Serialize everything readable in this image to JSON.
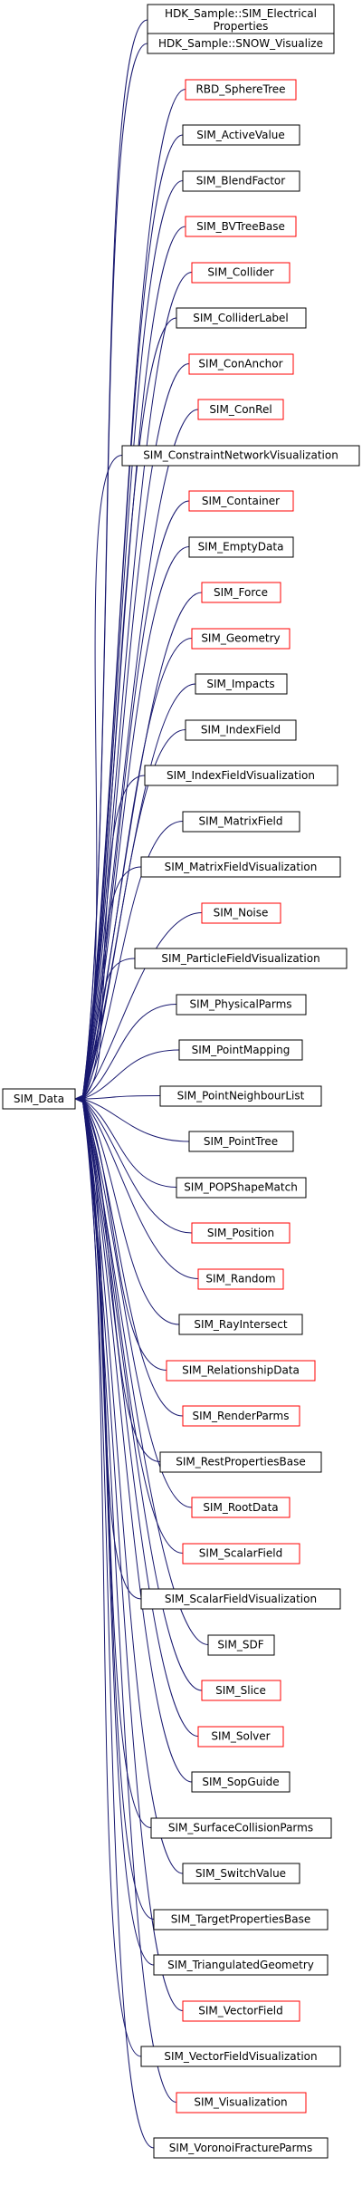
{
  "diagram": {
    "root": {
      "label": "SIM_Data",
      "fill": "#bfbfbf",
      "stroke": "#000000"
    },
    "edge_color": "#191970",
    "link_stroke_black": "#000000",
    "link_stroke_red": "#ff0000",
    "children": [
      {
        "lines": [
          "HDK_Sample::SIM_Electrical",
          "Properties"
        ],
        "documented": true
      },
      {
        "lines": [
          "HDK_Sample::SNOW_Visualize"
        ],
        "documented": true
      },
      {
        "lines": [
          "RBD_SphereTree"
        ],
        "documented": false
      },
      {
        "lines": [
          "SIM_ActiveValue"
        ],
        "documented": true
      },
      {
        "lines": [
          "SIM_BlendFactor"
        ],
        "documented": true
      },
      {
        "lines": [
          "SIM_BVTreeBase"
        ],
        "documented": false
      },
      {
        "lines": [
          "SIM_Collider"
        ],
        "documented": false
      },
      {
        "lines": [
          "SIM_ColliderLabel"
        ],
        "documented": true
      },
      {
        "lines": [
          "SIM_ConAnchor"
        ],
        "documented": false
      },
      {
        "lines": [
          "SIM_ConRel"
        ],
        "documented": false
      },
      {
        "lines": [
          "SIM_ConstraintNetworkVisualization"
        ],
        "documented": true
      },
      {
        "lines": [
          "SIM_Container"
        ],
        "documented": false
      },
      {
        "lines": [
          "SIM_EmptyData"
        ],
        "documented": true
      },
      {
        "lines": [
          "SIM_Force"
        ],
        "documented": false
      },
      {
        "lines": [
          "SIM_Geometry"
        ],
        "documented": false
      },
      {
        "lines": [
          "SIM_Impacts"
        ],
        "documented": true
      },
      {
        "lines": [
          "SIM_IndexField"
        ],
        "documented": true
      },
      {
        "lines": [
          "SIM_IndexFieldVisualization"
        ],
        "documented": true
      },
      {
        "lines": [
          "SIM_MatrixField"
        ],
        "documented": true
      },
      {
        "lines": [
          "SIM_MatrixFieldVisualization"
        ],
        "documented": true
      },
      {
        "lines": [
          "SIM_Noise"
        ],
        "documented": false
      },
      {
        "lines": [
          "SIM_ParticleFieldVisualization"
        ],
        "documented": true
      },
      {
        "lines": [
          "SIM_PhysicalParms"
        ],
        "documented": true
      },
      {
        "lines": [
          "SIM_PointMapping"
        ],
        "documented": true
      },
      {
        "lines": [
          "SIM_PointNeighbourList"
        ],
        "documented": true
      },
      {
        "lines": [
          "SIM_PointTree"
        ],
        "documented": true
      },
      {
        "lines": [
          "SIM_POPShapeMatch"
        ],
        "documented": true
      },
      {
        "lines": [
          "SIM_Position"
        ],
        "documented": false
      },
      {
        "lines": [
          "SIM_Random"
        ],
        "documented": false
      },
      {
        "lines": [
          "SIM_RayIntersect"
        ],
        "documented": true
      },
      {
        "lines": [
          "SIM_RelationshipData"
        ],
        "documented": false
      },
      {
        "lines": [
          "SIM_RenderParms"
        ],
        "documented": false
      },
      {
        "lines": [
          "SIM_RestPropertiesBase"
        ],
        "documented": true
      },
      {
        "lines": [
          "SIM_RootData"
        ],
        "documented": false
      },
      {
        "lines": [
          "SIM_ScalarField"
        ],
        "documented": false
      },
      {
        "lines": [
          "SIM_ScalarFieldVisualization"
        ],
        "documented": true
      },
      {
        "lines": [
          "SIM_SDF"
        ],
        "documented": true
      },
      {
        "lines": [
          "SIM_Slice"
        ],
        "documented": false
      },
      {
        "lines": [
          "SIM_Solver"
        ],
        "documented": false
      },
      {
        "lines": [
          "SIM_SopGuide"
        ],
        "documented": true
      },
      {
        "lines": [
          "SIM_SurfaceCollisionParms"
        ],
        "documented": true
      },
      {
        "lines": [
          "SIM_SwitchValue"
        ],
        "documented": true
      },
      {
        "lines": [
          "SIM_TargetPropertiesBase"
        ],
        "documented": true
      },
      {
        "lines": [
          "SIM_TriangulatedGeometry"
        ],
        "documented": true
      },
      {
        "lines": [
          "SIM_VectorField"
        ],
        "documented": false
      },
      {
        "lines": [
          "SIM_VectorFieldVisualization"
        ],
        "documented": true
      },
      {
        "lines": [
          "SIM_Visualization"
        ],
        "documented": false
      },
      {
        "lines": [
          "SIM_VoronoiFractureParms"
        ],
        "documented": true
      }
    ]
  }
}
